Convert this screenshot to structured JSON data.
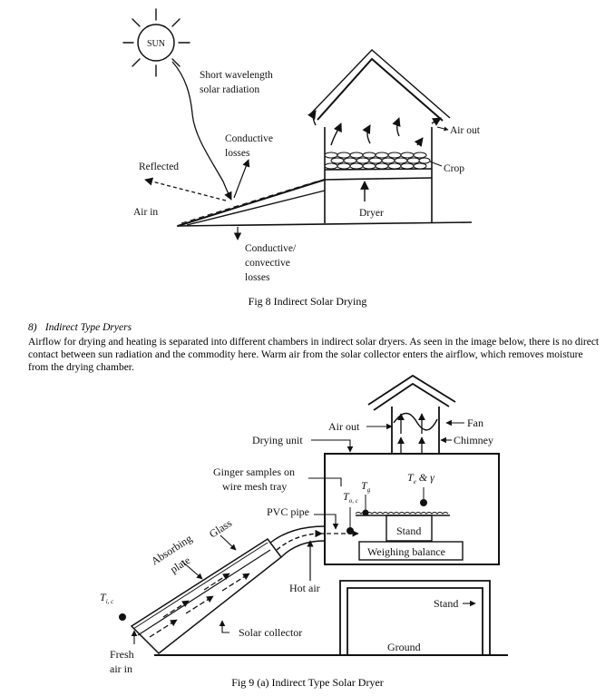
{
  "figure1": {
    "caption": "Fig 8 Indirect Solar Drying",
    "labels": {
      "sun": "SUN",
      "solar_line1": "Short wavelength",
      "solar_line2": "solar radiation",
      "conductive_line1": "Conductive",
      "conductive_line2": "losses",
      "reflected": "Reflected",
      "air_in": "Air in",
      "air_out": "Air out",
      "crop": "Crop",
      "dryer": "Dryer",
      "cc_line1": "Conductive/",
      "cc_line2": "convective",
      "cc_line3": "losses"
    }
  },
  "section": {
    "number": "8)",
    "title": "Indirect Type Dryers",
    "body": "Airflow for drying and heating is separated into different chambers in indirect solar dryers. As seen in the image below, there is no direct contact between sun radiation and the commodity here. Warm air from the solar collector enters the airflow, which removes moisture from the drying chamber."
  },
  "figure2": {
    "caption": "Fig 9 (a) Indirect Type Solar Dryer",
    "labels": {
      "air_out": "Air out",
      "fan": "Fan",
      "chimney": "Chimney",
      "drying_unit": "Drying unit",
      "ginger_line1": "Ginger samples on",
      "ginger_line2": "wire mesh tray",
      "pvc_pipe": "PVC pipe",
      "glass": "Glass",
      "absorbing_line1": "Absorbing",
      "absorbing_line2": "plate",
      "stand": "Stand",
      "weighing_balance": "Weighing balance",
      "hot_air": "Hot air",
      "stand2": "Stand",
      "ground": "Ground",
      "solar_collector": "Solar collector",
      "fresh_air_line1": "Fresh",
      "fresh_air_line2": "air in",
      "t_ic": "T",
      "t_ic_sub": "i, c",
      "t_oc": "T",
      "t_oc_sub": "o, c",
      "t_g": "T",
      "t_g_sub": "g",
      "t_e": "T",
      "t_e_sub": "e",
      "amp_gamma": " & γ"
    }
  }
}
